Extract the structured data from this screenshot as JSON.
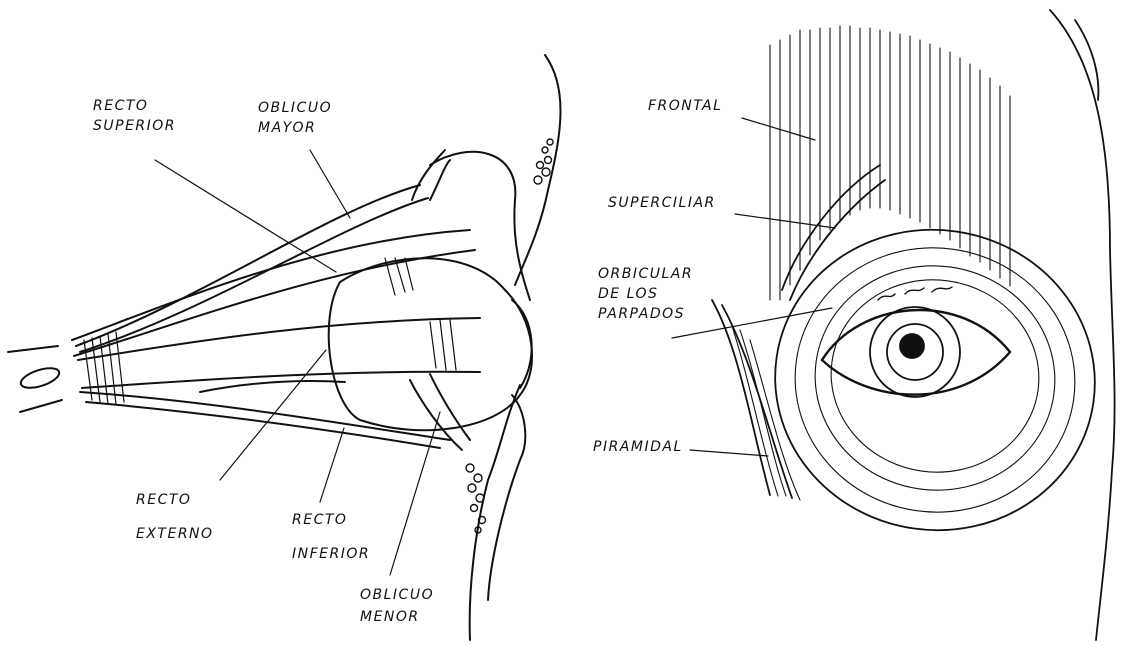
{
  "left_panel": {
    "labels": {
      "recto_superior": [
        "RECTO",
        "SUPERIOR"
      ],
      "oblicuo_mayor": [
        "OBLICUO",
        "MAYOR"
      ],
      "recto_externo": [
        "RECTO",
        "EXTERNO"
      ],
      "recto_inferior": [
        "RECTO",
        "INFERIOR"
      ],
      "oblicuo_menor": [
        "OBLICUO",
        "MENOR"
      ]
    }
  },
  "right_panel": {
    "labels": {
      "frontal": "FRONTAL",
      "superciliar": "SUPERCILIAR",
      "orbicular": [
        "ORBICULAR",
        "DE LOS",
        "PARPADOS"
      ],
      "piramidal": "PIRAMIDAL"
    }
  },
  "colors": {
    "ink": "#111111",
    "paper": "#ffffff"
  }
}
